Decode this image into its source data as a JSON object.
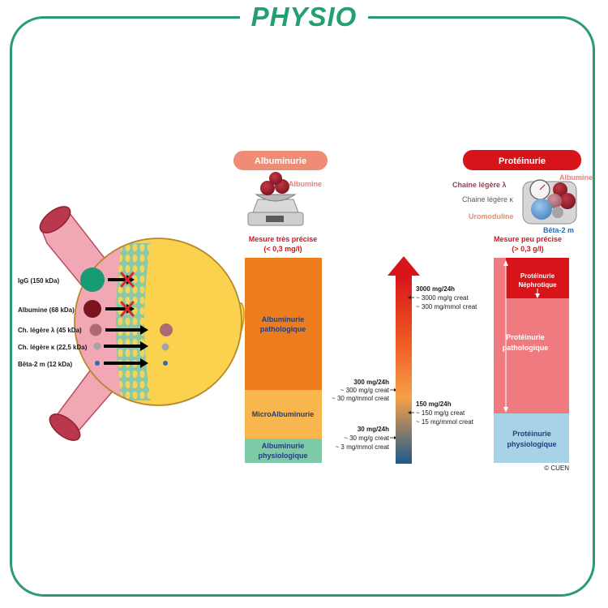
{
  "header": {
    "title": "PHYSIO"
  },
  "colors": {
    "frame": "#2a9b72",
    "vessel": "#f1a7b4",
    "glomerulus": "#fbd24e",
    "filter": "#89c9a8",
    "albuminuria_pathologic": "#ed7d1c",
    "microalbuminuria": "#f9b64e",
    "albuminuria_physiologic": "#7ec9a6",
    "proteinuria_pathologic": "#ef7a80",
    "proteinuria_nephrotic": "#d8141b",
    "proteinuria_physiologic": "#a8d3e6",
    "arrow_top": "#d8141b",
    "arrow_bottom": "#1d5a8a"
  },
  "molecules": [
    {
      "label": "IgG (150 kDa)",
      "color": "#179b74",
      "passes": false
    },
    {
      "label": "Albumine (68 kDa)",
      "color": "#7c1420",
      "passes": false
    },
    {
      "label": "Ch. légère λ  (45 kDa)",
      "color": "#ab6b73",
      "passes": true
    },
    {
      "label": "Ch. légère κ (22,5 kDa)",
      "color": "#a4a4a4",
      "passes": true
    },
    {
      "label": "Bêta-2 m (12 kDa)",
      "color": "#2a6db5",
      "passes": true
    }
  ],
  "albuminuria": {
    "badge": "Albuminurie",
    "scale_label": "Albumine",
    "measure_line1": "Mesure très précise",
    "measure_line2": "(< 0,3 mg/l)",
    "bands": [
      {
        "line1": "Albuminurie",
        "line2": "pathologique"
      },
      {
        "line1": "MicroAlbuminurie",
        "line2": ""
      },
      {
        "line1": "Albuminurie",
        "line2": "physiologique"
      }
    ]
  },
  "thresholds_left": [
    {
      "line1": "300 mg/24h",
      "line2": "~ 300 mg/g creat",
      "line3": "~ 30 mg/mmol creat"
    },
    {
      "line1": "30 mg/24h",
      "line2": "~ 30 mg/g creat",
      "line3": "~ 3 mg/mmol creat"
    }
  ],
  "thresholds_right": [
    {
      "line1": "3000 mg/24h",
      "line2": "~ 3000 mg/g creat",
      "line3": "~ 300 mg/mmol creat"
    },
    {
      "line1": "150 mg/24h",
      "line2": "~ 150 mg/g creat",
      "line3": "~ 15 mg/mmol creat"
    }
  ],
  "proteinuria": {
    "badge": "Protéinurie",
    "scale_labels": {
      "albumine": "Albumine",
      "chaine_lambda": "Chaine légère λ",
      "chaine_kappa": "Chaine légère κ",
      "uromoduline": "Uromoduline",
      "beta2m": "Bêta-2 m"
    },
    "measure_line1": "Mesure peu précise",
    "measure_line2": "(> 0,3 g/l)",
    "nephrotic": {
      "line1": "Protéinurie",
      "line2": "Néphrotique"
    },
    "pathologic": {
      "line1": "Protéinurie",
      "line2": "pathologique"
    },
    "physiologic": {
      "line1": "Protéinurie",
      "line2": "physiologique"
    }
  },
  "credit": "© CUEN"
}
